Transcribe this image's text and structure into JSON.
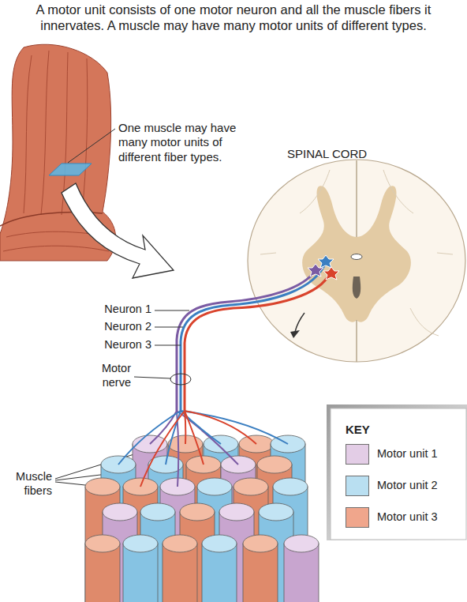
{
  "diagram": {
    "title": "A motor unit consists of one motor neuron and all the muscle fibers it innervates. A muscle may have many motor units of different types.",
    "labels": [
      "One muscle may have many motor units of different fiber types.",
      "SPINAL CORD",
      "Neuron 1",
      "Neuron 2",
      "Neuron 3",
      "Motor nerve",
      "Muscle fibers",
      "KEY"
    ],
    "legend": [
      {
        "text": "Motor unit 1",
        "color": "#e3cde6"
      },
      {
        "text": "Motor unit 2",
        "color": "#b9dff1"
      },
      {
        "text": "Motor unit 3",
        "color": "#f0a68c"
      }
    ]
  }
}
